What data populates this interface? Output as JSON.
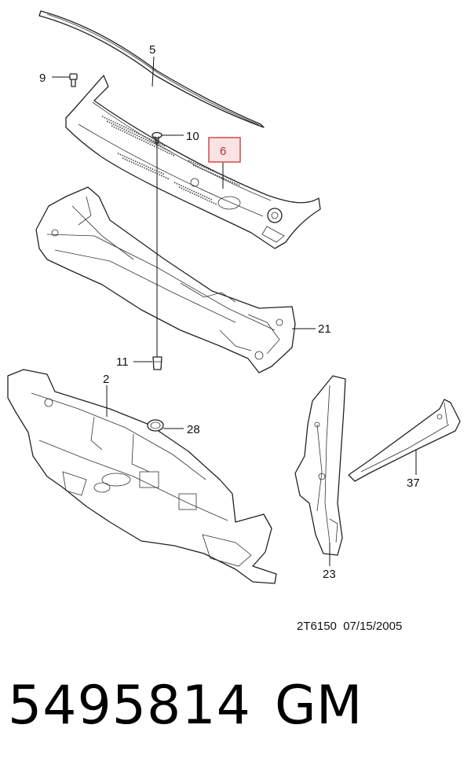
{
  "callouts": {
    "c5": "5",
    "c9": "9",
    "c10": "10",
    "c6": "6",
    "c21": "21",
    "c11": "11",
    "c2": "2",
    "c28": "28",
    "c37": "37",
    "c23": "23"
  },
  "highlight": {
    "callout": "6",
    "fill_color": "#fbe3e3",
    "border_color": "#d24a4a"
  },
  "diagram_code": "2T6150",
  "diagram_date": "07/15/2005",
  "part_number": "5495814",
  "brand": "GM"
}
